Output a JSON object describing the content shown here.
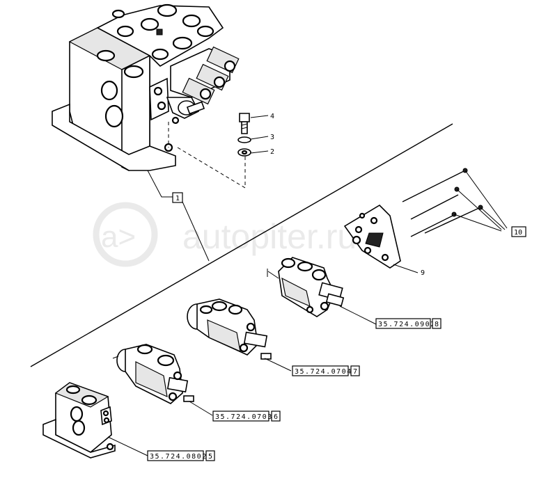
{
  "watermark": {
    "text": "autopiter.ru"
  },
  "callouts": {
    "item1": "1",
    "item2": "2",
    "item3": "3",
    "item4": "4",
    "item9": "9",
    "item10": "10"
  },
  "references": [
    {
      "code": "35.724.0902",
      "item": "8"
    },
    {
      "code": "35.724.0704",
      "item": "7"
    },
    {
      "code": "35.724.0703",
      "item": "6"
    },
    {
      "code": "35.724.0802",
      "item": "5"
    }
  ]
}
